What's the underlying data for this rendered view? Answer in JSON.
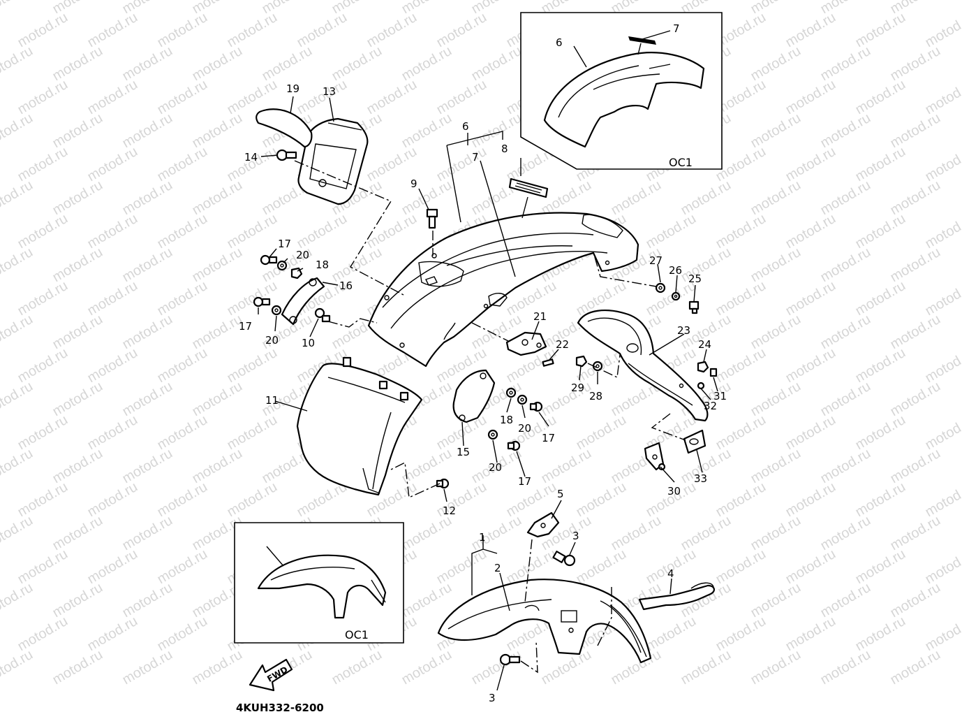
{
  "watermark": "motod.ru",
  "drawing_code": "4KUH332-6200",
  "inset_label": "OC1",
  "direction_label": "FWD",
  "callouts": [
    "1",
    "2",
    "3",
    "3",
    "4",
    "5",
    "6",
    "6",
    "7",
    "7",
    "8",
    "9",
    "10",
    "11",
    "12",
    "13",
    "14",
    "15",
    "16",
    "17",
    "17",
    "17",
    "17",
    "18",
    "18",
    "19",
    "20",
    "20",
    "20",
    "20",
    "21",
    "22",
    "23",
    "24",
    "25",
    "26",
    "27",
    "28",
    "29",
    "30",
    "31",
    "32",
    "33"
  ]
}
